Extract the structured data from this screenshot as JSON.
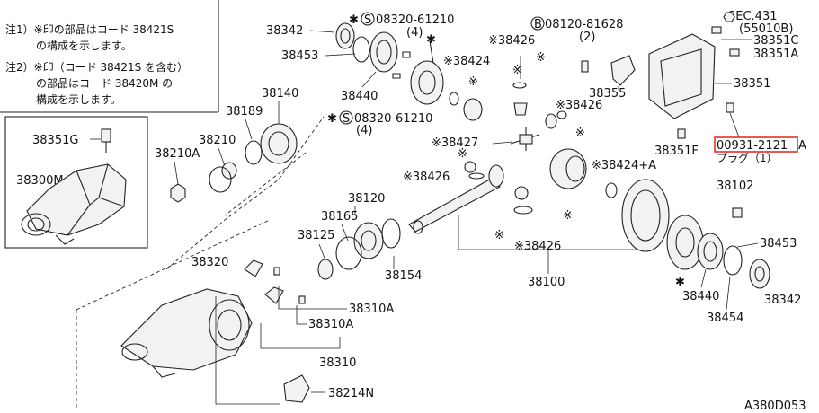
{
  "notes": {
    "note1_line1": "注1）※印の部品はコード 38421S",
    "note1_line2": "の構成を示します。",
    "note2_line1": "注2）※印（コード 38421S を含む）",
    "note2_line2": "の部品はコード 38420M の",
    "note2_line3": "構成を示します。"
  },
  "parts": {
    "p38342_top": "38342",
    "p38453_top": "38453",
    "p38440_top": "38440",
    "s08320_a": "08320-61210",
    "s08320_a_qty": "(4)",
    "s08320_b": "08320-61210",
    "s08320_b_qty": "(4)",
    "b08120": "08120-81628",
    "b08120_qty": "(2)",
    "p38426_a": "※38426",
    "p38424": "※38424",
    "p38426_b": "※38426",
    "p38427": "※38427",
    "p38426_c": "※38426",
    "p38424A": "※38424+A",
    "p38426_d": "※38426",
    "p38355": "38355",
    "sec431": "SEC.431",
    "sec431_sub": "(55010B)",
    "p38351C": "38351C",
    "p38351A": "38351A",
    "p38351": "38351",
    "p38351F": "38351F",
    "plug_code": "00931-2121",
    "plug_suffix": "A",
    "plug_name": "プラグ（1）",
    "p38102": "38102",
    "p38140": "38140",
    "p38189": "38189",
    "p38210": "38210",
    "p38210A": "38210A",
    "p38351G": "38351G",
    "p38300M": "38300M",
    "p38120": "38120",
    "p38165": "38165",
    "p38125": "38125",
    "p38154": "38154",
    "p38100": "38100",
    "p38453_r": "38453",
    "p38440_r": "38440",
    "p38342_r": "38342",
    "p38454": "38454",
    "p38320": "38320",
    "p38310A_a": "38310A",
    "p38310A_b": "38310A",
    "p38310": "38310",
    "p38214N": "38214N",
    "diagram_id": "A380D053"
  }
}
